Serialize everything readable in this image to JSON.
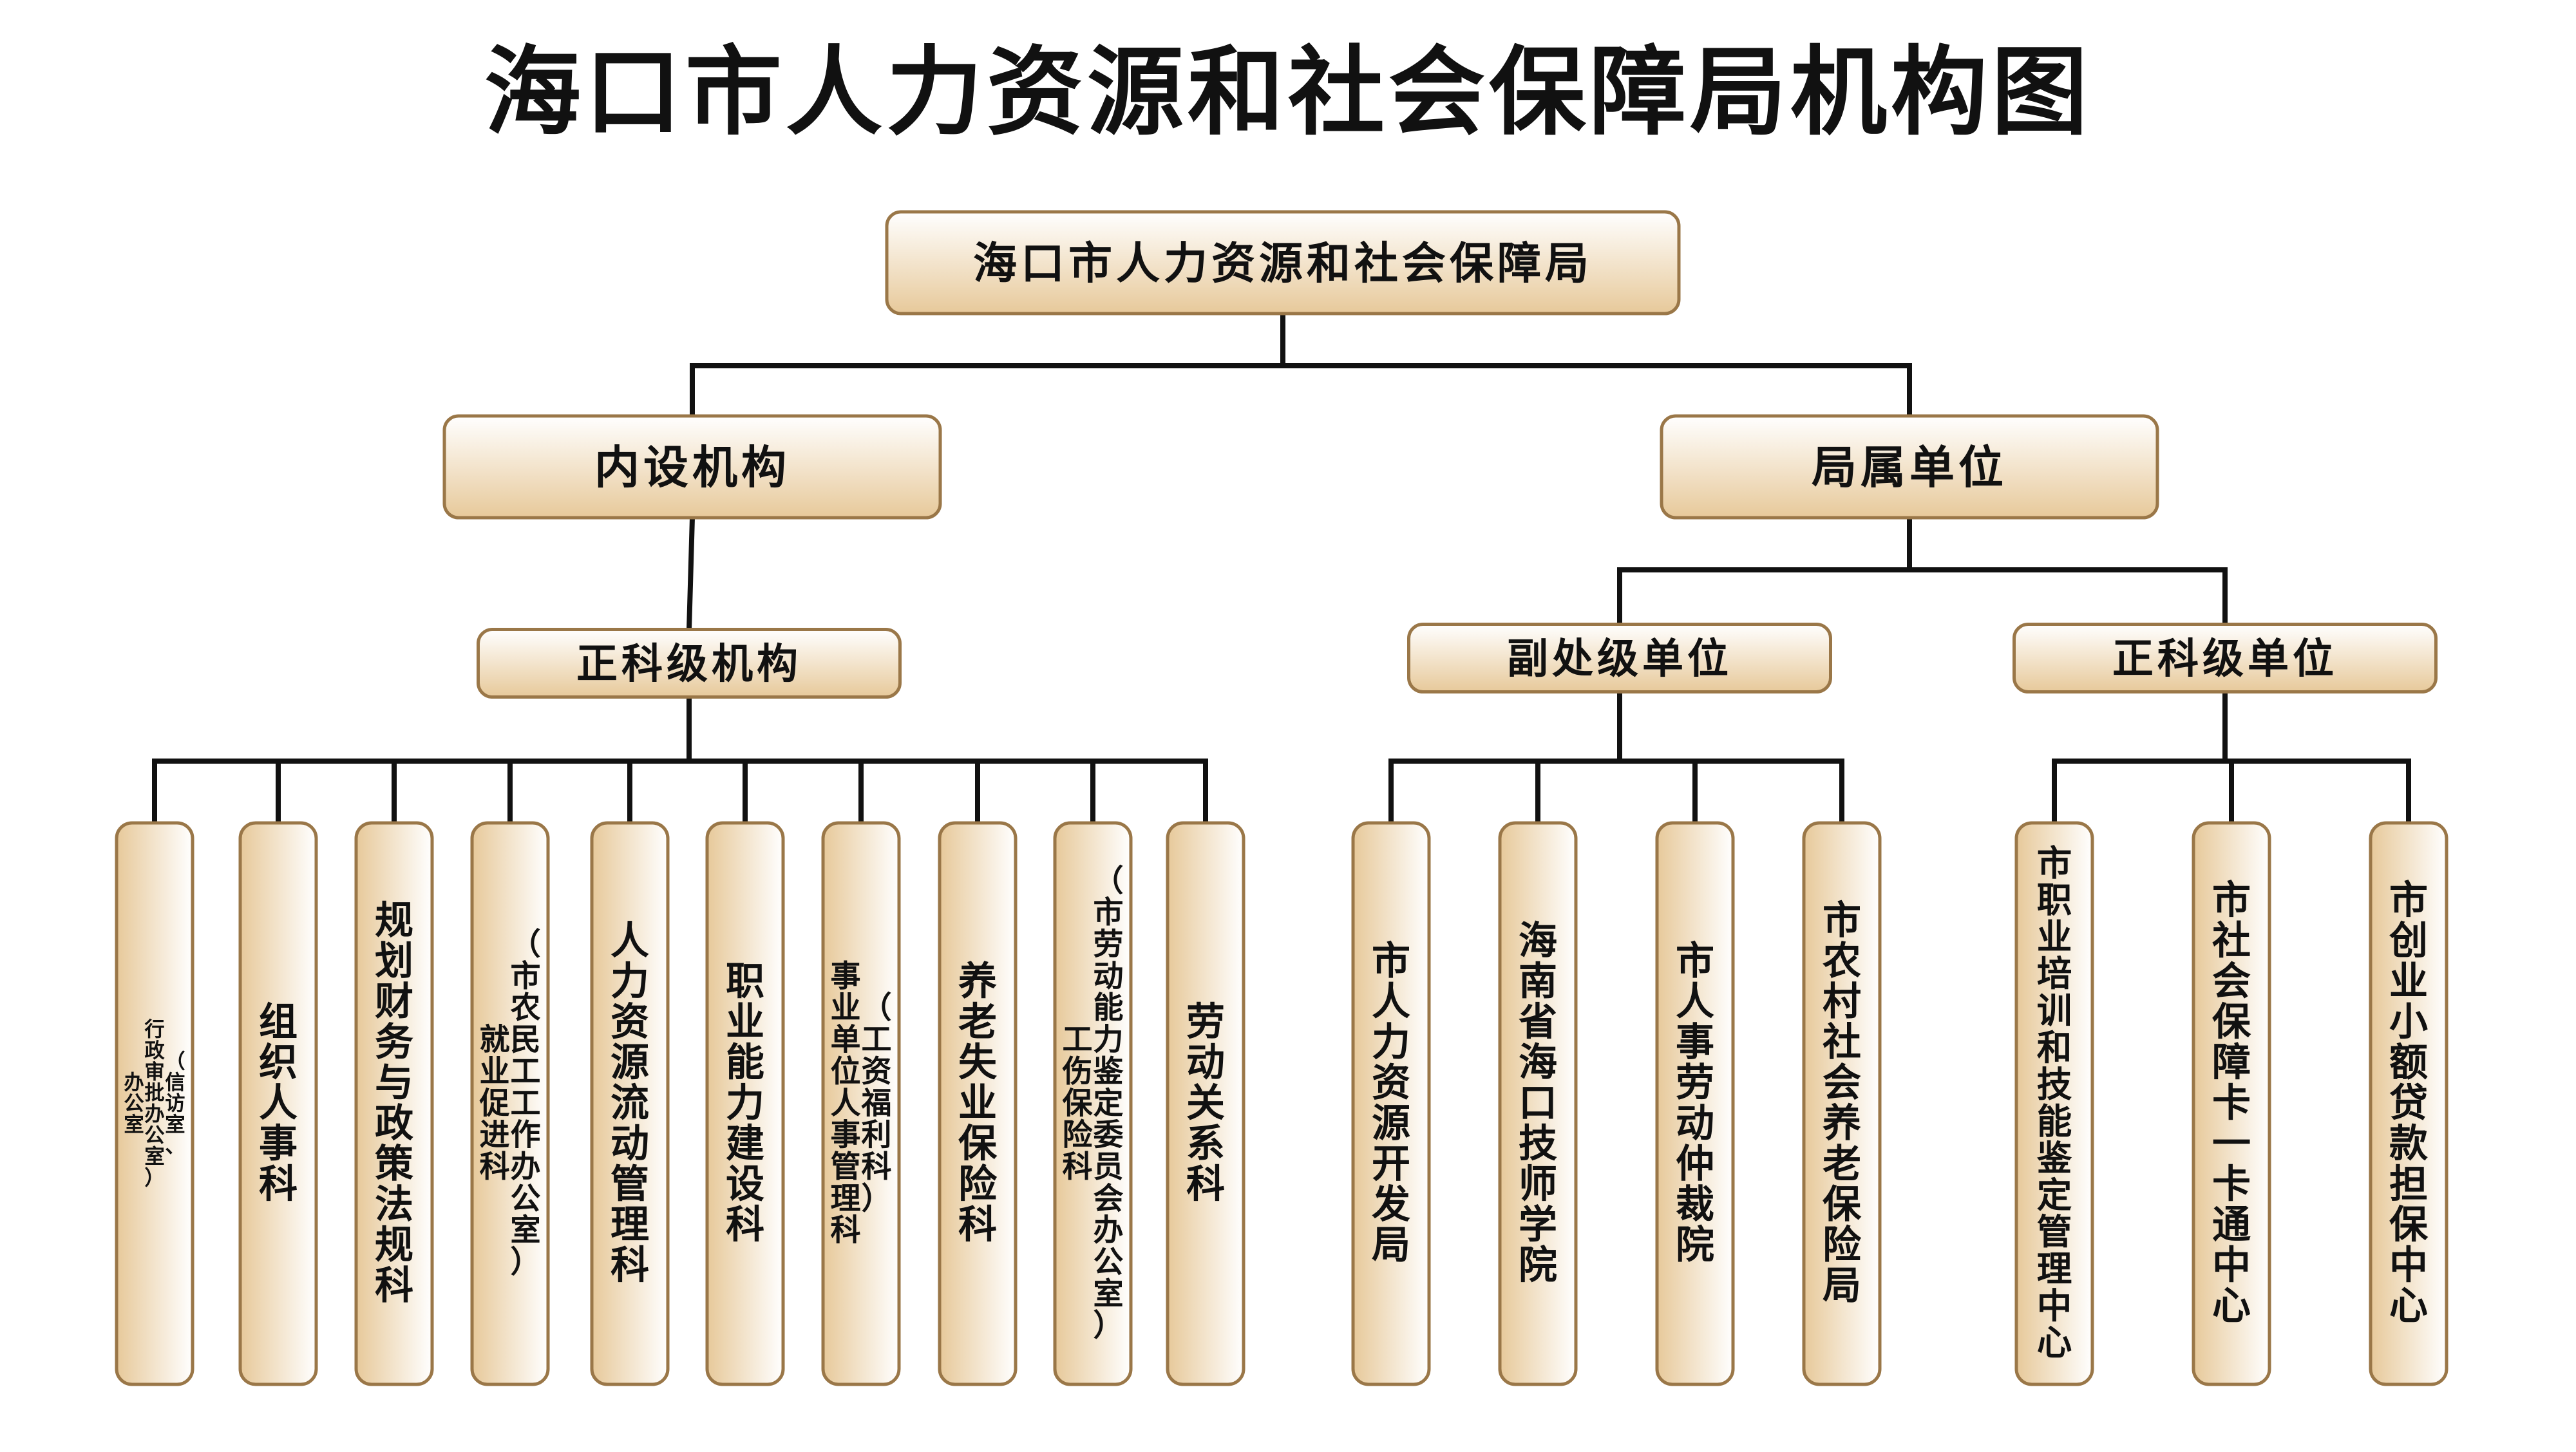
{
  "title": "海口市人力资源和社会保障局机构图",
  "root": "海口市人力资源和社会保障局",
  "branches": [
    {
      "label": "内设机构",
      "groups": [
        {
          "label": "正科级机构",
          "items": [
            [
              "（信访室、",
              "行政审批办公室）",
              "办公室"
            ],
            [
              "组织人事科"
            ],
            [
              "规划财务与政策法规科"
            ],
            [
              "（市农民工工作办公室）",
              "就业促进科"
            ],
            [
              "人力资源流动管理科"
            ],
            [
              "职业能力建设科"
            ],
            [
              "（工资福利科）",
              "事业单位人事管理科"
            ],
            [
              "养老失业保险科"
            ],
            [
              "（市劳动能力鉴定委员会办公室）",
              "工伤保险科"
            ],
            [
              "劳动关系科"
            ]
          ]
        }
      ]
    },
    {
      "label": "局属单位",
      "groups": [
        {
          "label": "副处级单位",
          "items": [
            [
              "市人力资源开发局"
            ],
            [
              "海南省海口技师学院"
            ],
            [
              "市人事劳动仲裁院"
            ],
            [
              "市农村社会养老保险局"
            ]
          ]
        },
        {
          "label": "正科级单位",
          "items": [
            [
              "市职业培训和技能鉴定管理中心"
            ],
            [
              "市社会保障卡一卡通中心"
            ],
            [
              "市创业小额贷款担保中心"
            ]
          ]
        }
      ]
    }
  ],
  "colors": {
    "box_top": "#ffffff",
    "box_bottom": "#e7c99a",
    "box_border": "#9a7748",
    "line": "#111111",
    "text": "#111111"
  }
}
